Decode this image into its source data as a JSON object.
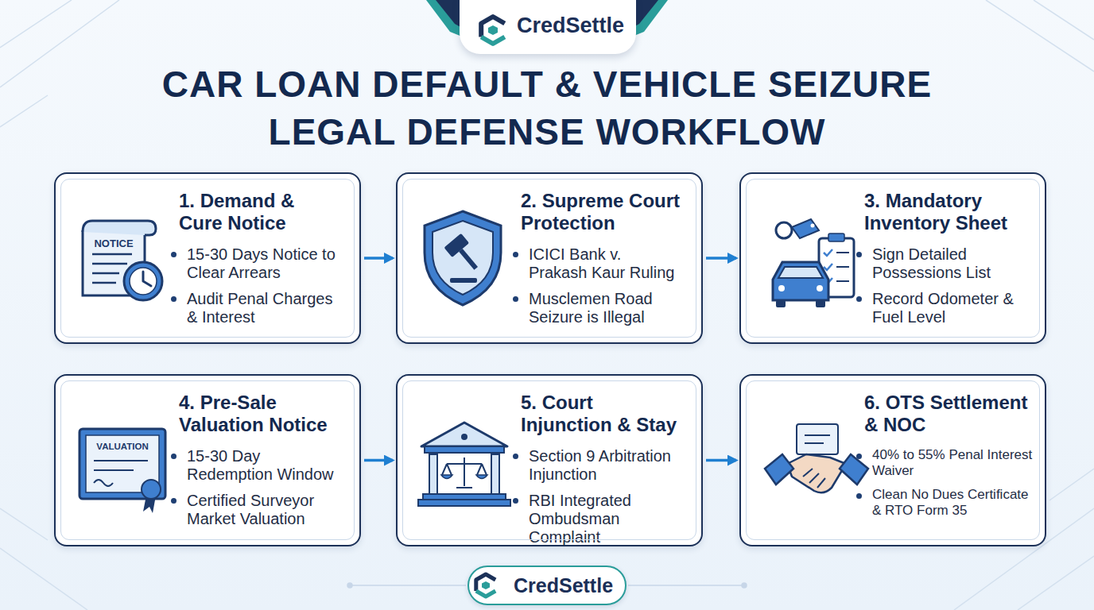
{
  "diagram": {
    "title": "CAR LOAN DEFAULT & VEHICLE SEIZURE LEGAL DEFENSE WORKFLOW",
    "nodes": [
      {
        "text": [
          "CredSettle"
        ]
      },
      {
        "text": [
          "1. Demand & Cure Notice",
          "15-30 Days Notice to Clear Arrears",
          "Audit Penal Charges & Interest"
        ]
      },
      {
        "text": [
          "2. Supreme Court Protection",
          "ICICI Bank v. Prakash Kaur Ruling",
          "Musclemen Road Seizure is Illegal"
        ]
      },
      {
        "text": [
          "3. Mandatory Inventory Sheet",
          "Sign Detailed Possessions List",
          "Record Odometer & Fuel Level"
        ]
      },
      {
        "text": [
          "4. Pre-Sale Valuation Notice",
          "15-30 Day Redemption Window",
          "Certified Surveyor Market Valuation"
        ]
      },
      {
        "text": [
          "5. Court Injunction & Stay",
          "Section 9 Arbitration Injunction",
          "RBI Integrated Ombudsman Complaint"
        ]
      },
      {
        "text": [
          "6. OTS Settlement & NOC",
          "40% to 55% Penal Interest Waiver",
          "Clean No Dues Certificate & RTO Form 35"
        ]
      },
      {
        "text": [
          "CredSettle"
        ]
      }
    ],
    "edges": [
      {
        "from": 1,
        "to": 2,
        "arrow": "to"
      },
      {
        "from": 2,
        "to": 3,
        "arrow": "to"
      },
      {
        "from": 4,
        "to": 5,
        "arrow": "to"
      },
      {
        "from": 5,
        "to": 6,
        "arrow": "to"
      }
    ],
    "labels": [
      "NOTICE",
      "VALUATION"
    ]
  }
}
